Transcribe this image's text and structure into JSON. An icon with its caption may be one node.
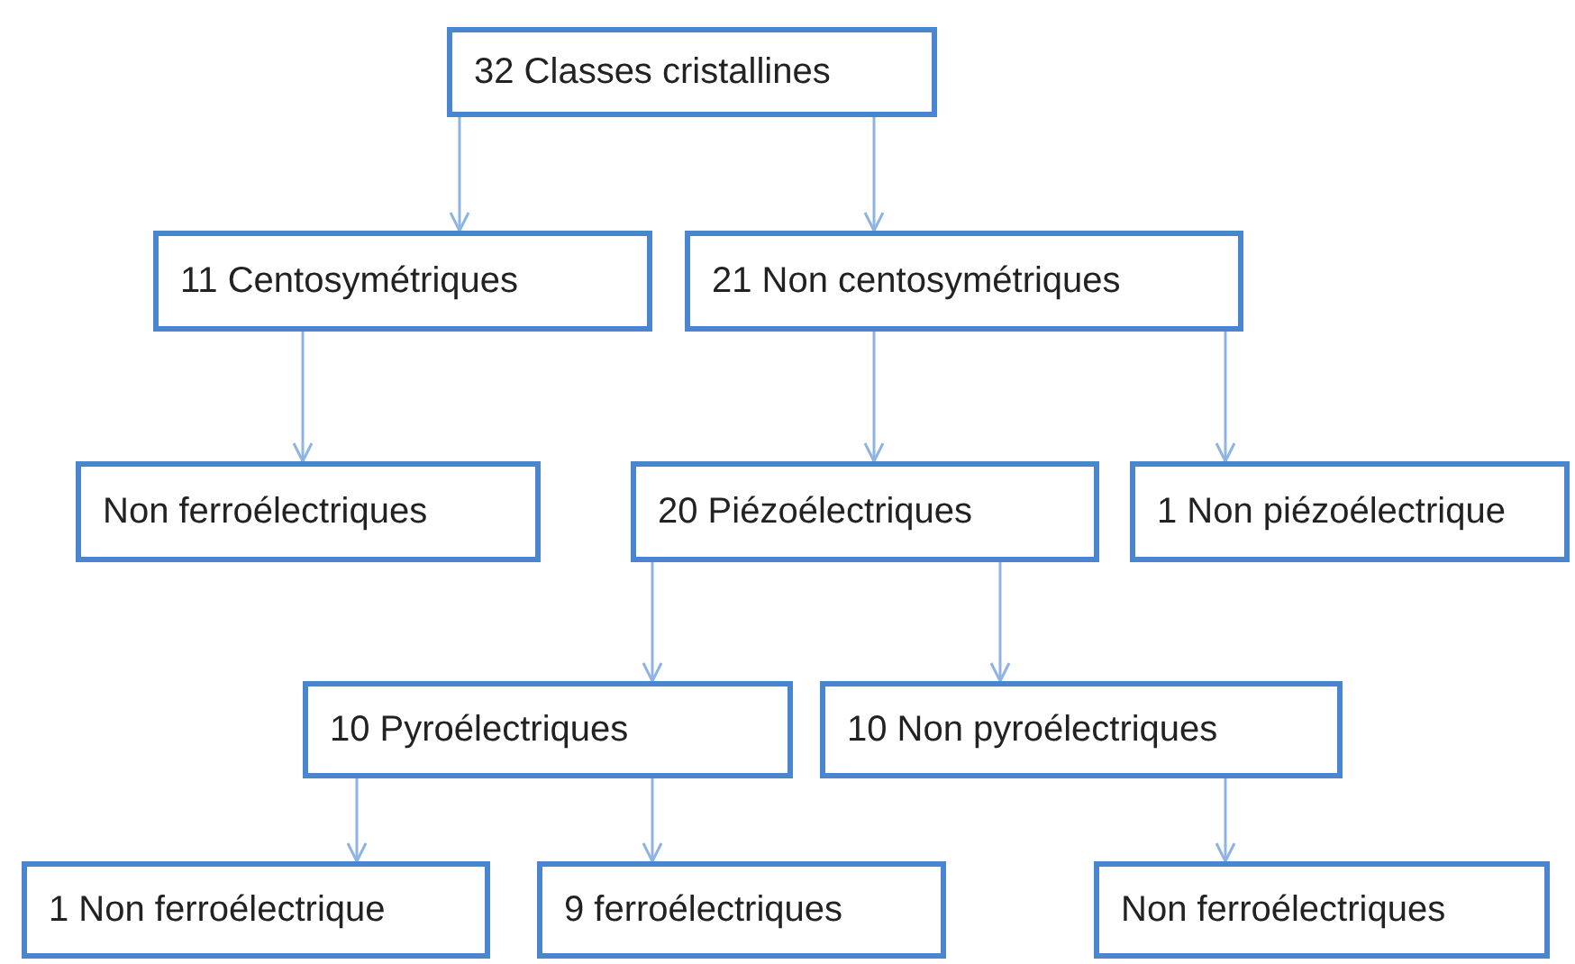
{
  "diagram": {
    "nodes": [
      {
        "text": [
          "32 Classes cristallines"
        ]
      },
      {
        "text": [
          "11 Centosymétriques"
        ]
      },
      {
        "text": [
          "21 Non centosymétriques"
        ]
      },
      {
        "text": [
          "Non ferroélectriques"
        ]
      },
      {
        "text": [
          "20 Piézoélectriques"
        ]
      },
      {
        "text": [
          "1 Non piézoélectrique"
        ]
      },
      {
        "text": [
          "10 Pyroélectriques"
        ]
      },
      {
        "text": [
          "10 Non pyroélectriques"
        ]
      },
      {
        "text": [
          "1 Non ferroélectrique"
        ]
      },
      {
        "text": [
          "9 ferroélectriques"
        ]
      },
      {
        "text": [
          "Non ferroélectriques"
        ]
      }
    ],
    "edges": [
      {
        "from": 0,
        "to": 1,
        "arrow": "to"
      },
      {
        "from": 0,
        "to": 2,
        "arrow": "to"
      },
      {
        "from": 1,
        "to": 3,
        "arrow": "to"
      },
      {
        "from": 2,
        "to": 4,
        "arrow": "to"
      },
      {
        "from": 2,
        "to": 5,
        "arrow": "to"
      },
      {
        "from": 4,
        "to": 6,
        "arrow": "to"
      },
      {
        "from": 4,
        "to": 7,
        "arrow": "to"
      },
      {
        "from": 6,
        "to": 8,
        "arrow": "to"
      },
      {
        "from": 6,
        "to": 9,
        "arrow": "to"
      },
      {
        "from": 7,
        "to": 10,
        "arrow": "to"
      }
    ]
  }
}
